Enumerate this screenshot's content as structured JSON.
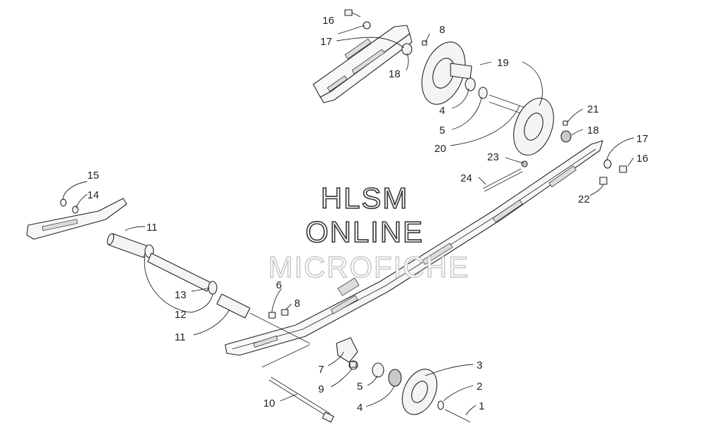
{
  "watermark": {
    "line1": "HLSM",
    "line2": "ONLINE",
    "line3": "MICROFICHE"
  },
  "callouts": {
    "c16_top": "16",
    "c17_top": "17",
    "c8_top": "8",
    "c18_top": "18",
    "c19": "19",
    "c4_top": "4",
    "c5_top": "5",
    "c20": "20",
    "c21": "21",
    "c18_right": "18",
    "c17_right": "17",
    "c16_right": "16",
    "c23": "23",
    "c24": "24",
    "c22": "22",
    "c15": "15",
    "c14": "14",
    "c11_top": "11",
    "c13": "13",
    "c12": "12",
    "c11_bottom": "11",
    "c6": "6",
    "c8_mid": "8",
    "c7": "7",
    "c9": "9",
    "c5_bottom": "5",
    "c4_bottom": "4",
    "c3": "3",
    "c2": "2",
    "c1": "1",
    "c10": "10"
  }
}
